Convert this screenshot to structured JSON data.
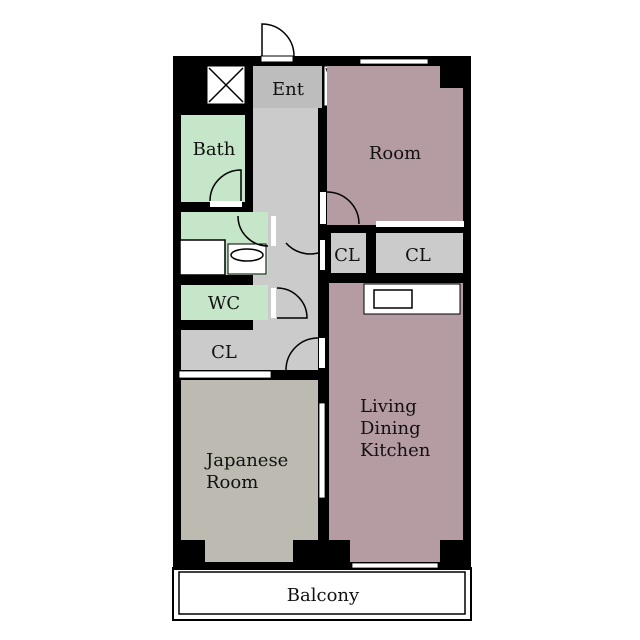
{
  "rooms": {
    "entrance": "Ent",
    "bath": "Bath",
    "room": "Room",
    "closet_small": "CL",
    "closet_large": "CL",
    "wc": "WC",
    "closet_hall": "CL",
    "ldk_line1": "Living",
    "ldk_line2": "Dining",
    "ldk_line3": "Kitchen",
    "japanese_line1": "Japanese",
    "japanese_line2": "Room",
    "balcony": "Balcony"
  },
  "colors": {
    "wall": "#000000",
    "western_room": "#b59ca3",
    "wet_area": "#c5e6c8",
    "hall": "#cbcbcb",
    "entrance": "#bdbdbd",
    "japanese_room": "#bdbab1"
  }
}
